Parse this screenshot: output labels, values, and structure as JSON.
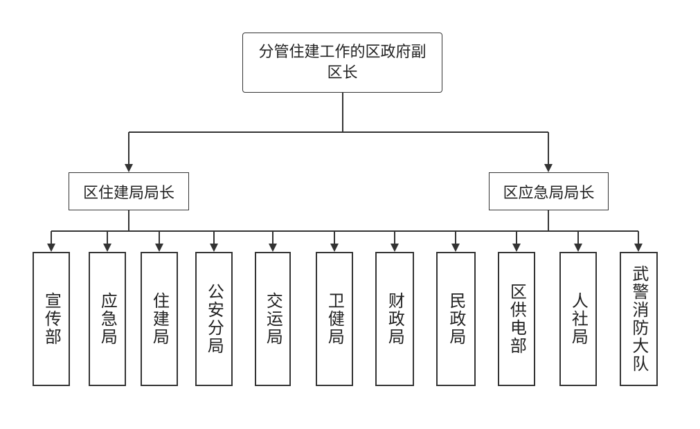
{
  "diagram": {
    "root": {
      "label": "分管住建工作的区政府副区长"
    },
    "managers": [
      {
        "label": "区住建局局长"
      },
      {
        "label": "区应急局局长"
      }
    ],
    "departments": [
      {
        "label": "宣传部"
      },
      {
        "label": "应急局"
      },
      {
        "label": "住建局"
      },
      {
        "label": "公安分局"
      },
      {
        "label": "交运局"
      },
      {
        "label": "卫健局"
      },
      {
        "label": "财政局"
      },
      {
        "label": "民政局"
      },
      {
        "label": "区供电部"
      },
      {
        "label": "人社局"
      },
      {
        "label": "武警消防大队"
      }
    ],
    "colors": {
      "line": "#333333",
      "box_border": "#333333",
      "text": "#222222",
      "background": "#ffffff"
    }
  }
}
